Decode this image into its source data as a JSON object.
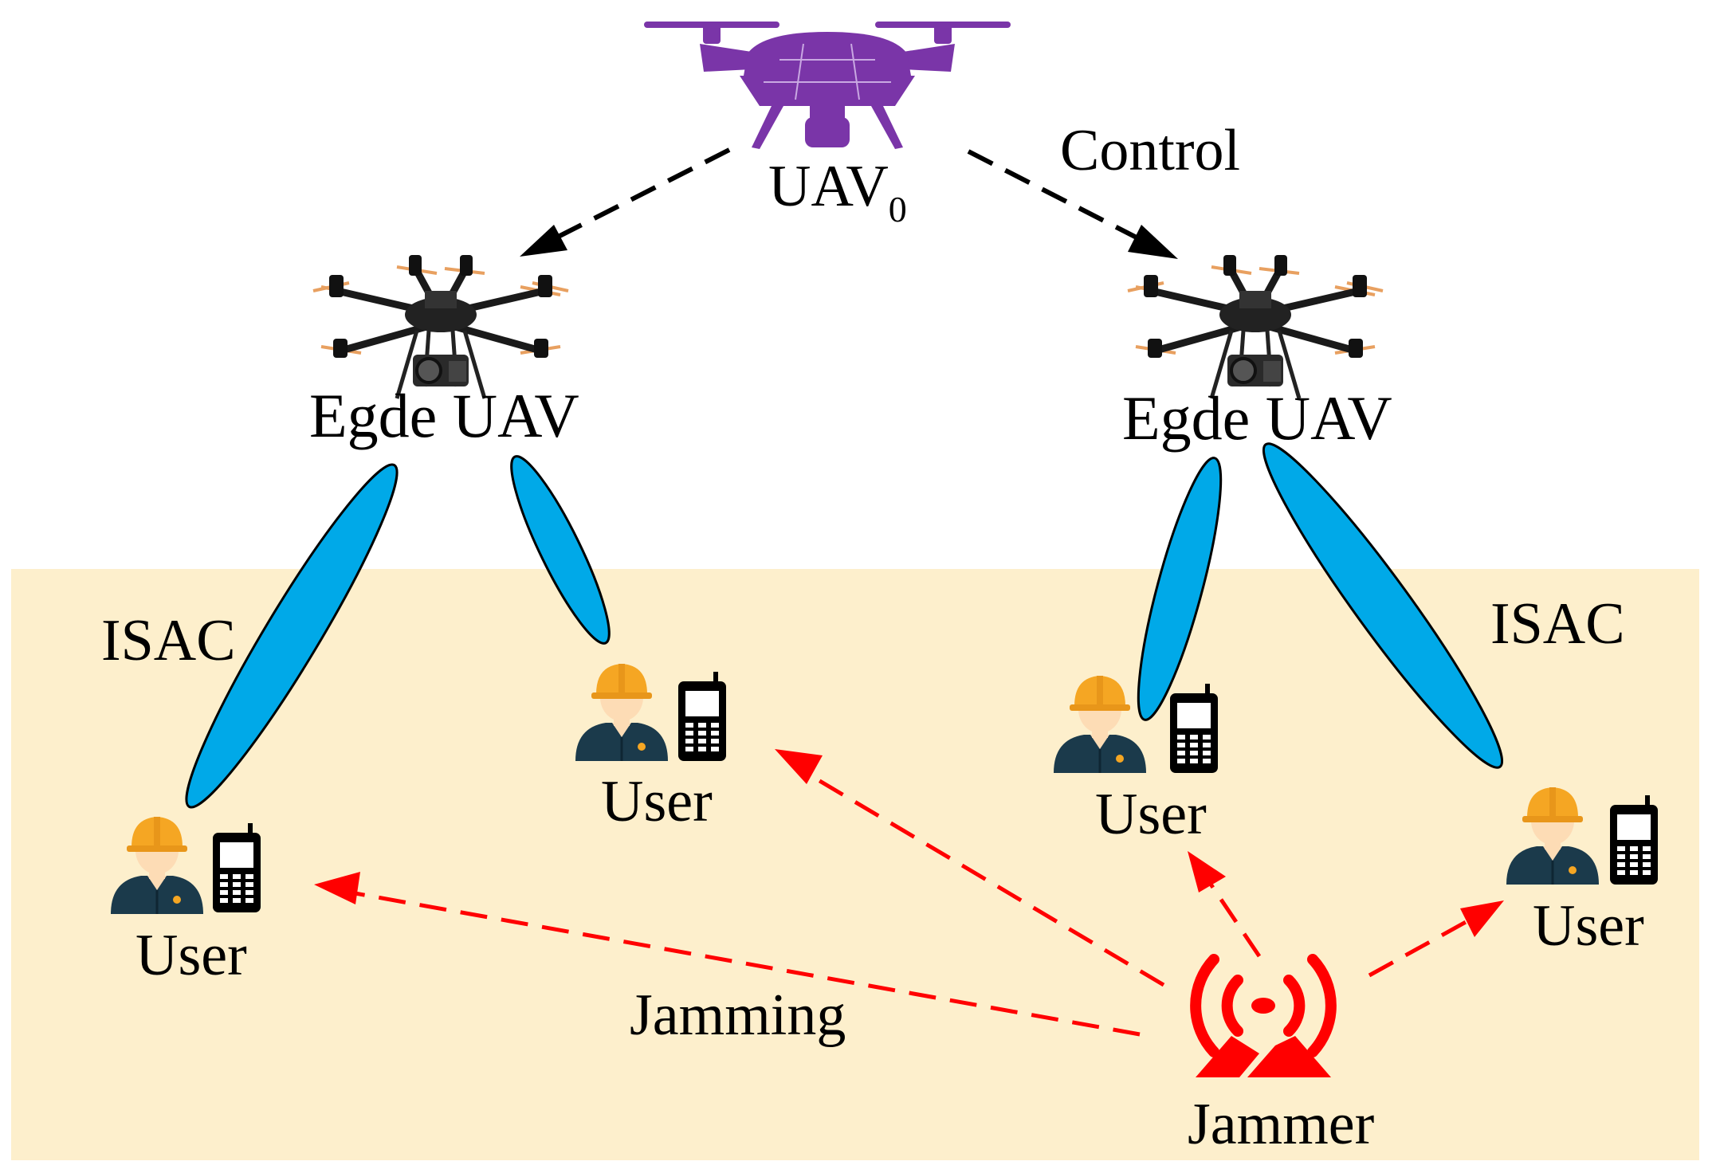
{
  "labels": {
    "uav0_main": "UAV",
    "uav0_sub": "0",
    "control": "Control",
    "edge_uav_left": "Egde UAV",
    "edge_uav_right": "Egde UAV",
    "isac_left": "ISAC",
    "isac_right": "ISAC",
    "user_1": "User",
    "user_2": "User",
    "user_3": "User",
    "user_4": "User",
    "jamming": "Jamming",
    "jammer": "Jammer"
  },
  "colors": {
    "ground": "#fdefcc",
    "beam": "#00a9e8",
    "jamming": "#ff0000",
    "uav0": "#7a35a8",
    "control_arrow": "#000000",
    "helmet": "#f5a623",
    "skin": "#fddcb5",
    "uniform": "#1b3a4b"
  },
  "icons": {
    "uav0": "quadcopter-icon",
    "edge_uav": "hexacopter-icon",
    "user": "worker-icon",
    "phone": "mobile-phone-icon",
    "jammer": "radio-tower-icon"
  }
}
